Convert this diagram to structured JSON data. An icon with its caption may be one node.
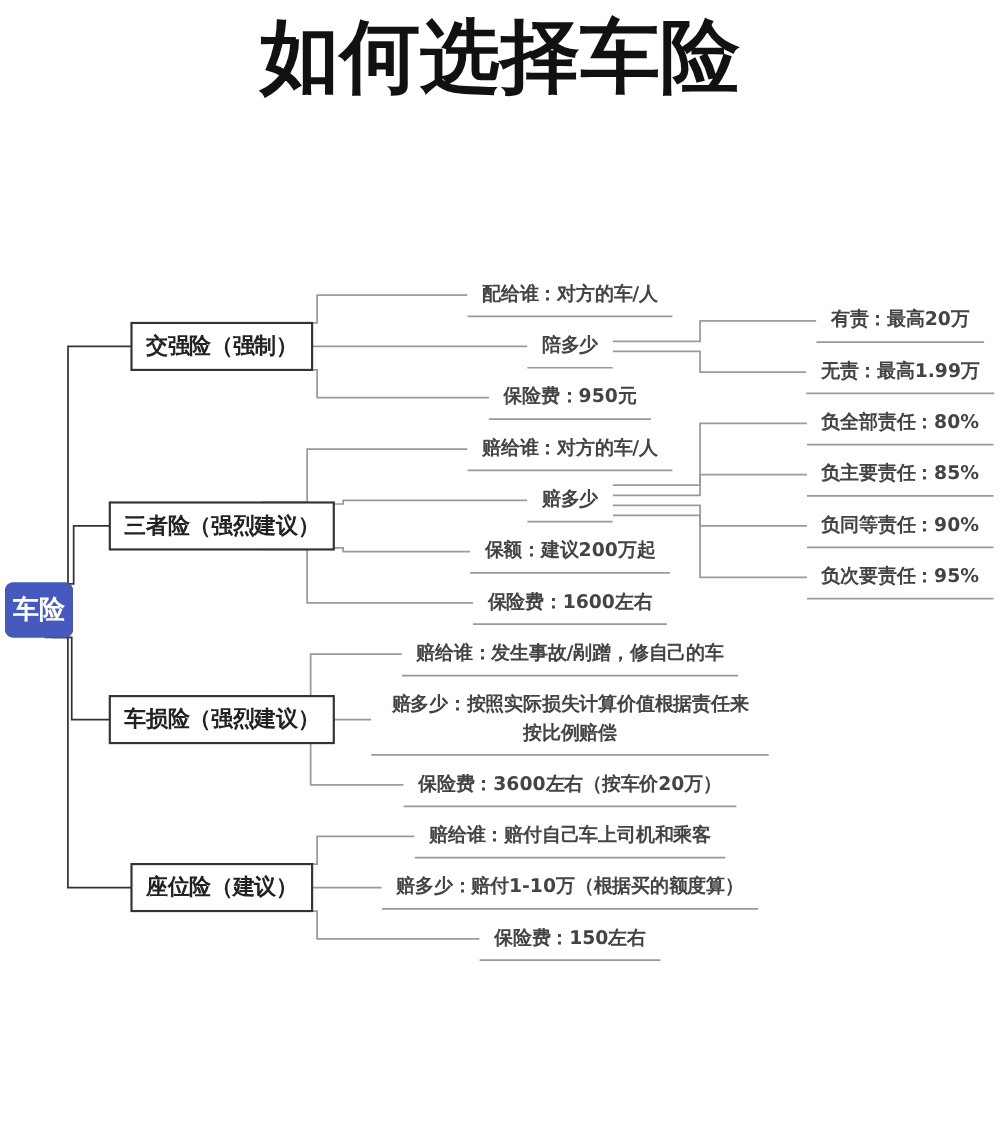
{
  "diagram": {
    "title": "如何选择车险",
    "nodes": [
      {
        "text": [
          "车险"
        ]
      },
      {
        "text": [
          "交强险（强制）"
        ]
      },
      {
        "text": [
          "配给谁：对方的车/人"
        ]
      },
      {
        "text": [
          "陪多少"
        ]
      },
      {
        "text": [
          "有责：最高20万"
        ]
      },
      {
        "text": [
          "无责：最高1.99万"
        ]
      },
      {
        "text": [
          "保险费：950元"
        ]
      },
      {
        "text": [
          "三者险（强烈建议）"
        ]
      },
      {
        "text": [
          "赔给谁：对方的车/人"
        ]
      },
      {
        "text": [
          "赔多少"
        ]
      },
      {
        "text": [
          "负全部责任：80%"
        ]
      },
      {
        "text": [
          "负主要责任：85%"
        ]
      },
      {
        "text": [
          "负同等责任：90%"
        ]
      },
      {
        "text": [
          "负次要责任：95%"
        ]
      },
      {
        "text": [
          "保额：建议200万起"
        ]
      },
      {
        "text": [
          "保险费：1600左右"
        ]
      },
      {
        "text": [
          "车损险（强烈建议）"
        ]
      },
      {
        "text": [
          "赔给谁：发生事故/剐蹭，修自己的车"
        ]
      },
      {
        "text": [
          "赔多少：按照实际损失计算价值根据责任来按比例赔偿"
        ]
      },
      {
        "text": [
          "保险费：3600左右（按车价20万）"
        ]
      },
      {
        "text": [
          "座位险（建议）"
        ]
      },
      {
        "text": [
          "赔给谁：赔付自己车上司机和乘客"
        ]
      },
      {
        "text": [
          "赔多少：赔付1-10万（根据买的额度算）"
        ]
      },
      {
        "text": [
          "保险费：150左右"
        ]
      }
    ],
    "edges": [
      {
        "from": 0,
        "to": 1,
        "arrow": "none",
        "color": "#333333"
      },
      {
        "from": 1,
        "to": 2,
        "arrow": "none"
      },
      {
        "from": 1,
        "to": 3,
        "arrow": "none"
      },
      {
        "from": 3,
        "to": 4,
        "arrow": "none"
      },
      {
        "from": 3,
        "to": 5,
        "arrow": "none"
      },
      {
        "from": 1,
        "to": 6,
        "arrow": "none"
      },
      {
        "from": 0,
        "to": 7,
        "arrow": "none",
        "color": "#333333"
      },
      {
        "from": 7,
        "to": 8,
        "arrow": "none"
      },
      {
        "from": 7,
        "to": 9,
        "arrow": "none"
      },
      {
        "from": 9,
        "to": 10,
        "arrow": "none"
      },
      {
        "from": 9,
        "to": 11,
        "arrow": "none"
      },
      {
        "from": 9,
        "to": 12,
        "arrow": "none"
      },
      {
        "from": 9,
        "to": 13,
        "arrow": "none"
      },
      {
        "from": 7,
        "to": 14,
        "arrow": "none"
      },
      {
        "from": 7,
        "to": 15,
        "arrow": "none"
      },
      {
        "from": 0,
        "to": 16,
        "arrow": "none",
        "color": "#333333"
      },
      {
        "from": 16,
        "to": 17,
        "arrow": "none"
      },
      {
        "from": 16,
        "to": 18,
        "arrow": "none"
      },
      {
        "from": 16,
        "to": 19,
        "arrow": "none"
      },
      {
        "from": 0,
        "to": 20,
        "arrow": "none",
        "color": "#333333"
      },
      {
        "from": 20,
        "to": 21,
        "arrow": "none"
      },
      {
        "from": 20,
        "to": 22,
        "arrow": "none"
      },
      {
        "from": 20,
        "to": 23,
        "arrow": "none"
      }
    ]
  }
}
